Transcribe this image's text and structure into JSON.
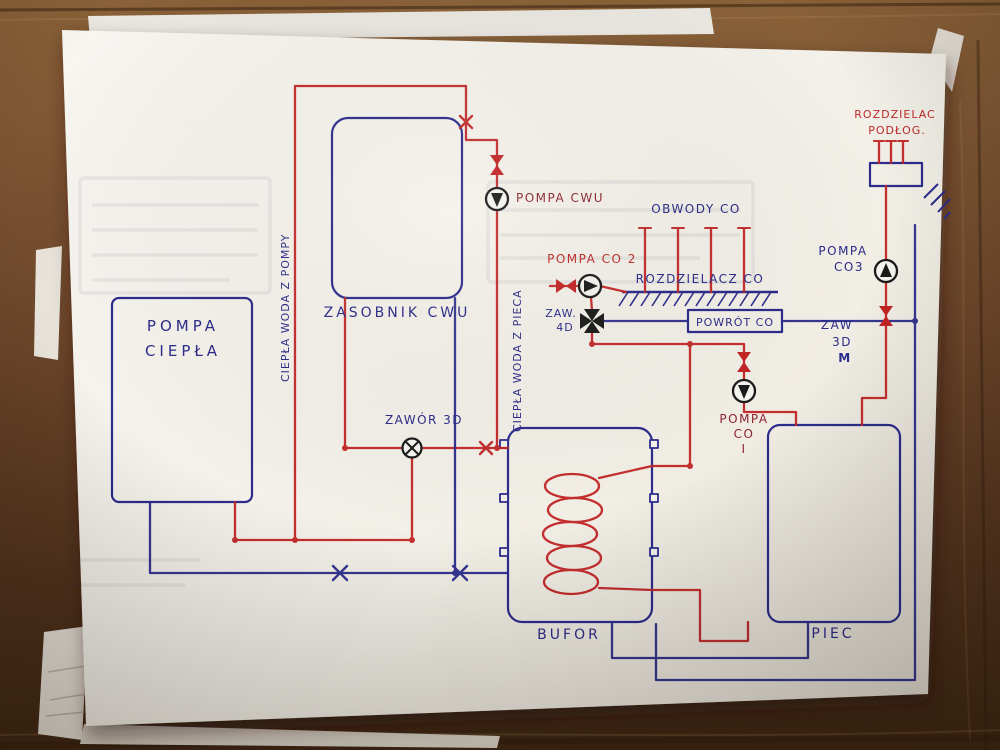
{
  "labels": {
    "pompa_ciepla_1": "POMPA",
    "pompa_ciepla_2": "CIEPŁA",
    "zasobnik_cwu": "ZASOBNIK CWU",
    "ciepla_woda_z_pompy": "CIEPŁA WODA Z POMPY",
    "ciepla_woda_z_pieca": "CIEPŁA WODA Z PIECA",
    "pompa_cwu": "POMPA CWU",
    "pompa_co2": "POMPA CO 2",
    "obwody_co": "OBWODY CO",
    "rozdzielacz_co": "ROZDZIELACZ CO",
    "powrot_co": "POWRÓT CO",
    "zaw4d_1": "ZAW.",
    "zaw4d_2": "4D",
    "zawor_3d": "ZAWÓR 3D",
    "pompa_co_i_1": "POMPA",
    "pompa_co_i_2": "CO",
    "pompa_co_i_3": "I",
    "pompa_co3_1": "POMPA",
    "pompa_co3_2": "CO3",
    "zaw3dm_1": "ZAW",
    "zaw3dm_2": "3D",
    "zaw3dm_3": "M",
    "podlog_1": "ROZDZIELAC",
    "podlog_2": "PODŁOG.",
    "bufor": "BUFOR",
    "piec": "PIEC"
  },
  "colors": {
    "hot_line_red": "#c22525",
    "return_line_navy": "#2c2c8c",
    "ink_black": "#1a1a1a",
    "label_navy": "#2b2b8a",
    "label_red": "#bf2a2a",
    "label_maroon": "#8e2430",
    "paper": "#f4f1ea",
    "wood_light": "#8a6138",
    "wood_dark": "#452a14"
  }
}
